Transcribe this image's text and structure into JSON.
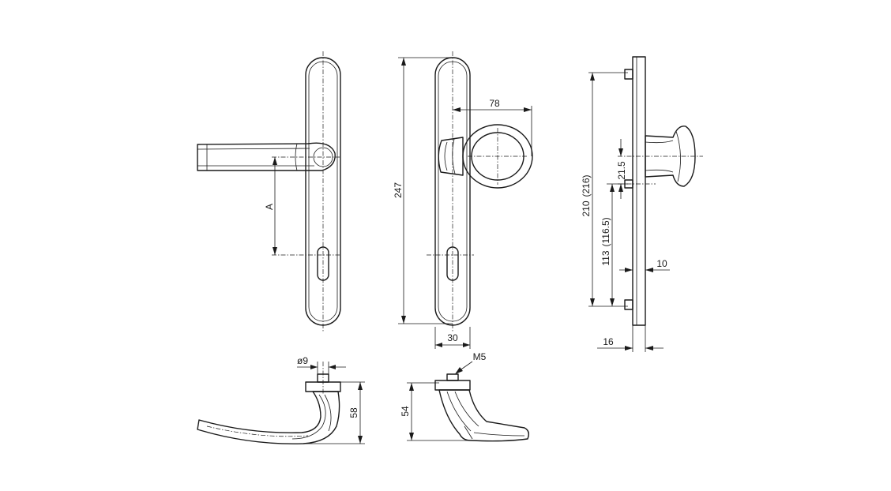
{
  "labels": {
    "dim_a": "A",
    "dim_247": "247",
    "dim_78": "78",
    "dim_30": "30",
    "dim_210": "210",
    "dim_216": "(216)",
    "dim_21_5": "21.5",
    "dim_113": "113",
    "dim_116_5": "(116.5)",
    "dim_10": "10",
    "dim_16": "16",
    "dim_d9": "ø9",
    "dim_58": "58",
    "dim_m5": "M5",
    "dim_54": "54"
  }
}
